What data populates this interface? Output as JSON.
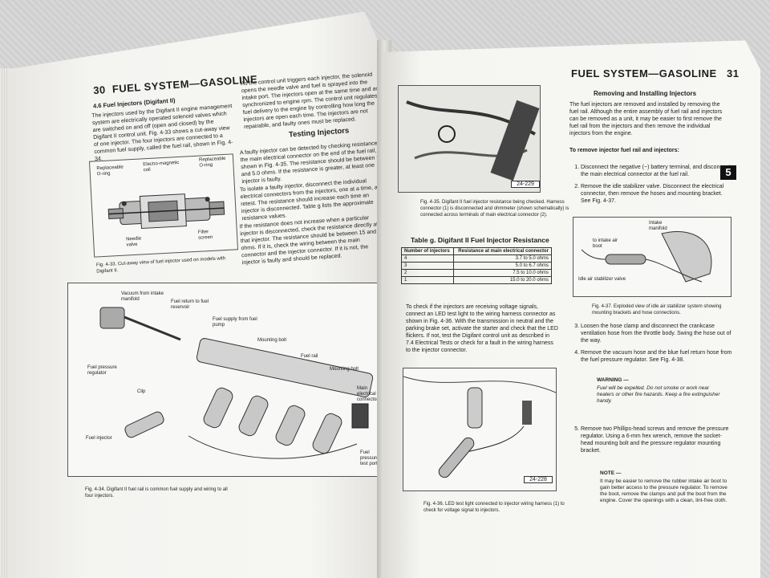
{
  "left": {
    "page_num": "30",
    "header": "FUEL SYSTEM—GASOLINE",
    "section_title": "4.6 Fuel Injectors (Digifant II)",
    "intro": "The injectors used by the Digifant II engine management system are electrically operated solenoid valves which are switched on and off (open and closed) by the Digifant II control unit. Fig. 4-33 shows a cut-away view of one injector. The four injectors are connected to a common fuel supply, called the fuel rail, shown in Fig. 4-34.",
    "col2_top": "As the control unit triggers each injector, the solenoid opens the needle valve and fuel is sprayed into the intake port. The injectors open at the same time and are synchronized to engine rpm. The control unit regulates fuel delivery to the engine by controlling how long the injectors are open each time. The injectors are not repairable, and faulty ones must be replaced.",
    "testing_title": "Testing Injectors",
    "testing_p1": "A faulty injector can be detected by checking resistance at the main electrical connector on the end of the fuel rail, shown in Fig. 4-35. The resistance should be between 3.7 and 5.0 ohms. If the resistance is greater, at least one injector is faulty.",
    "testing_p2": "To isolate a faulty injector, disconnect the individual electrical connectors from the injectors, one at a time, and retest. The resistance should increase each time an injector is disconnected. Table g lists the approximate resistance values.",
    "testing_p3": "If the resistance does not increase when a particular injector is disconnected, check the resistance directly at that injector. The resistance should be between 15 and 20 ohms. If it is, check the wiring between the main connector and the injector connector. If it is not, the injector is faulty and should be replaced.",
    "fig33": {
      "labels": [
        "Replaceable O-ring",
        "Electro-magnetic coil",
        "Replaceable O-ring",
        "Needle valve",
        "Filter screen"
      ],
      "caption": "Fig. 4-33. Cut-away view of fuel injector used on models with Digifant II."
    },
    "fig34": {
      "labels": [
        "Vacuum from intake manifold",
        "Fuel return to fuel reservoir",
        "Fuel supply from fuel pump",
        "Mounting bolt",
        "Fuel rail",
        "Mounting bolt",
        "Fuel pressure regulator",
        "Clip",
        "Main electrical connector",
        "Fuel injector",
        "Fuel pressure test port"
      ],
      "caption": "Fig. 4-34. Digifant II fuel rail is common fuel supply and wiring to all four injectors."
    }
  },
  "right": {
    "header": "FUEL SYSTEM—GASOLINE",
    "page_num": "31",
    "tab": "5",
    "fig35": {
      "stamp": "24-229",
      "caption": "Fig. 4-35. Digifant II fuel injector resistance being checked. Harness connector (1) is disconnected and ohmmeter (shown schematically) is connected across terminals of main electrical connector (2)."
    },
    "table": {
      "title": "Table g. Digifant II Fuel Injector Resistance",
      "col1": "Number of injectors",
      "col2": "Resistance at main electrical connector",
      "rows": [
        {
          "n": "4",
          "r": "3.7 to 5.0 ohms"
        },
        {
          "n": "3",
          "r": "5.0 to 6.7 ohms"
        },
        {
          "n": "2",
          "r": "7.5 to 10.0 ohms"
        },
        {
          "n": "1",
          "r": "15.0 to 20.0 ohms"
        }
      ]
    },
    "voltage_text": "To check if the injectors are receiving voltage signals, connect an LED test light to the wiring harness connector as shown in Fig. 4-36. With the transmission in neutral and the parking brake set, activate the starter and check that the LED flickers. If not, test the Digifant control unit as described in 7.4 Electrical Tests or check for a fault in the wiring harness to the injector connector.",
    "fig36": {
      "stamp": "24-228",
      "caption": "Fig. 4-36. LED test light connected to injector wiring harness (1) to check for voltage signal to injectors."
    },
    "removing_title": "Removing and Installing Injectors",
    "removing_intro": "The fuel injectors are removed and installed by removing the fuel rail. Although the entire assembly of fuel rail and injectors can be removed as a unit, it may be easier to first remove the fuel rail from the injectors and then remove the individual injectors from the engine.",
    "procedure_title": "To remove injector fuel rail and injectors:",
    "steps": [
      "Disconnect the negative (−) battery terminal, and disconnect the main electrical connector at the fuel rail.",
      "Remove the idle stabilizer valve. Disconnect the electrical connector, then remove the hoses and mounting bracket. See Fig. 4-37.",
      "Loosen the hose clamp and disconnect the crankcase ventilation hose from the throttle body. Swing the hose out of the way.",
      "Remove the vacuum hose and the blue fuel return hose from the fuel pressure regulator. See Fig. 4-38.",
      "Remove two Phillips-head screws and remove the pressure regulator. Using a 6-mm hex wrench, remove the socket-head mounting bolt and the pressure regulator mounting bracket."
    ],
    "fig37": {
      "labels": [
        "Intake manifold",
        "to intake air boot",
        "Idle air stabilizer valve"
      ],
      "caption": "Fig. 4-37. Exploded view of idle air stabilizer system showing mounting brackets and hose connections."
    },
    "warning_title": "WARNING —",
    "warning_text": "Fuel will be expelled. Do not smoke or work near heaters or other fire hazards. Keep a fire extinguisher handy.",
    "note_title": "NOTE —",
    "note_text": "It may be easier to remove the rubber intake air boot to gain better access to the pressure regulator. To remove the boot, remove the clamps and pull the boot from the engine. Cover the openings with a clean, lint-free cloth."
  }
}
